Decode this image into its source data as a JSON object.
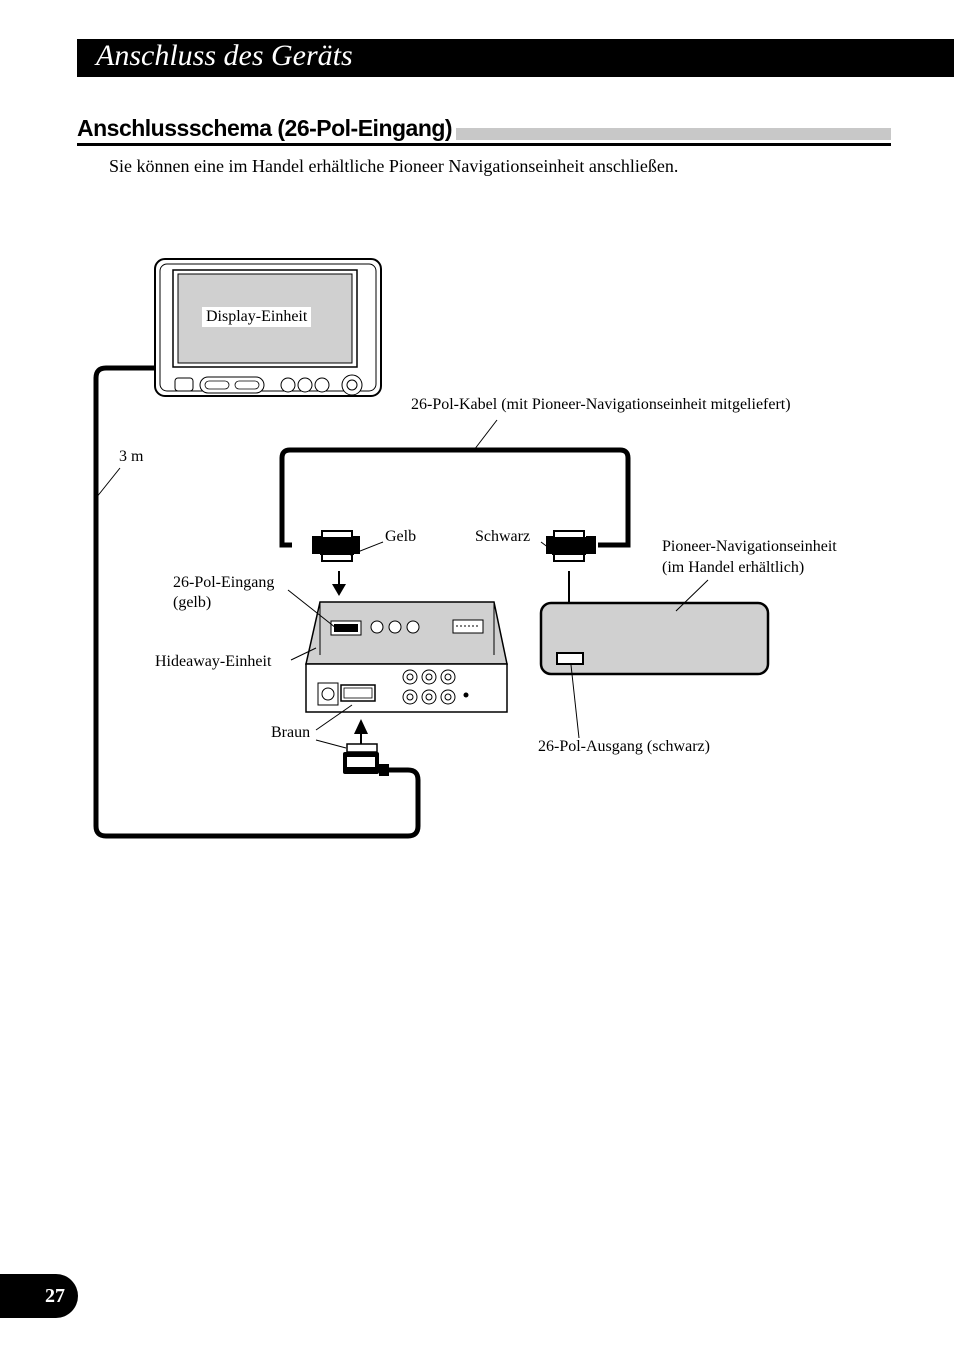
{
  "header": {
    "title": "Anschluss des Geräts"
  },
  "section": {
    "title": "Anschlussschema (26-Pol-Eingang)",
    "intro": "Sie können eine im Handel erhältliche Pioneer Navigationseinheit anschließen."
  },
  "diagram": {
    "display_unit": "Display-Einheit",
    "cable_26pin": "26-Pol-Kabel (mit Pioneer-Navigationseinheit mitgeliefert)",
    "length_3m": "3 m",
    "yellow": "Gelb",
    "black": "Schwarz",
    "nav_unit_line1": "Pioneer-Navigationseinheit",
    "nav_unit_line2": "(im Handel erhältlich)",
    "input_26pin_line1": "26-Pol-Eingang",
    "input_26pin_line2": "(gelb)",
    "hideaway_unit": "Hideaway-Einheit",
    "brown": "Braun",
    "output_26pin": "26-Pol-Ausgang (schwarz)"
  },
  "footer": {
    "page_number": "27"
  }
}
